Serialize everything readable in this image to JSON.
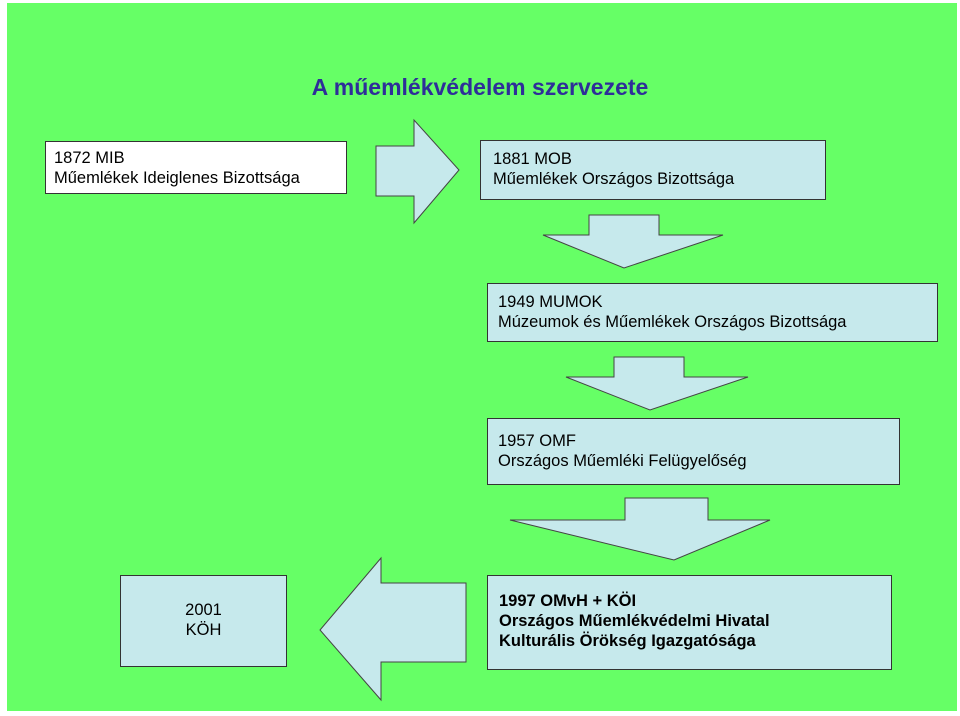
{
  "title": "A műemlékvédelem szervezete",
  "nodes": {
    "mib": {
      "line1": "1872  MIB",
      "line2": "Műemlékek Ideiglenes Bizottsága"
    },
    "mob": {
      "line1": "1881    MOB",
      "line2": "Műemlékek Országos Bizottsága"
    },
    "mumok": {
      "line1": "1949   MUMOK",
      "line2": "Múzeumok és Műemlékek Országos Bizottsága"
    },
    "omf": {
      "line1": "1957    OMF",
      "line2": "Országos Műemléki Felügyelőség"
    },
    "omvh": {
      "line1": "1997   OMvH  +  KÖI",
      "line2": "Országos Műemlékvédelmi Hivatal",
      "line3": "Kulturális Örökség Igazgatósága"
    },
    "koh": {
      "line1": "2001",
      "line2": "KÖH"
    }
  },
  "colors": {
    "background": "#66ff66",
    "title": "#2e2e99",
    "box_blue": "#c6e9ec",
    "box_white": "#ffffff",
    "arrow_fill": "#c6e9ec"
  }
}
